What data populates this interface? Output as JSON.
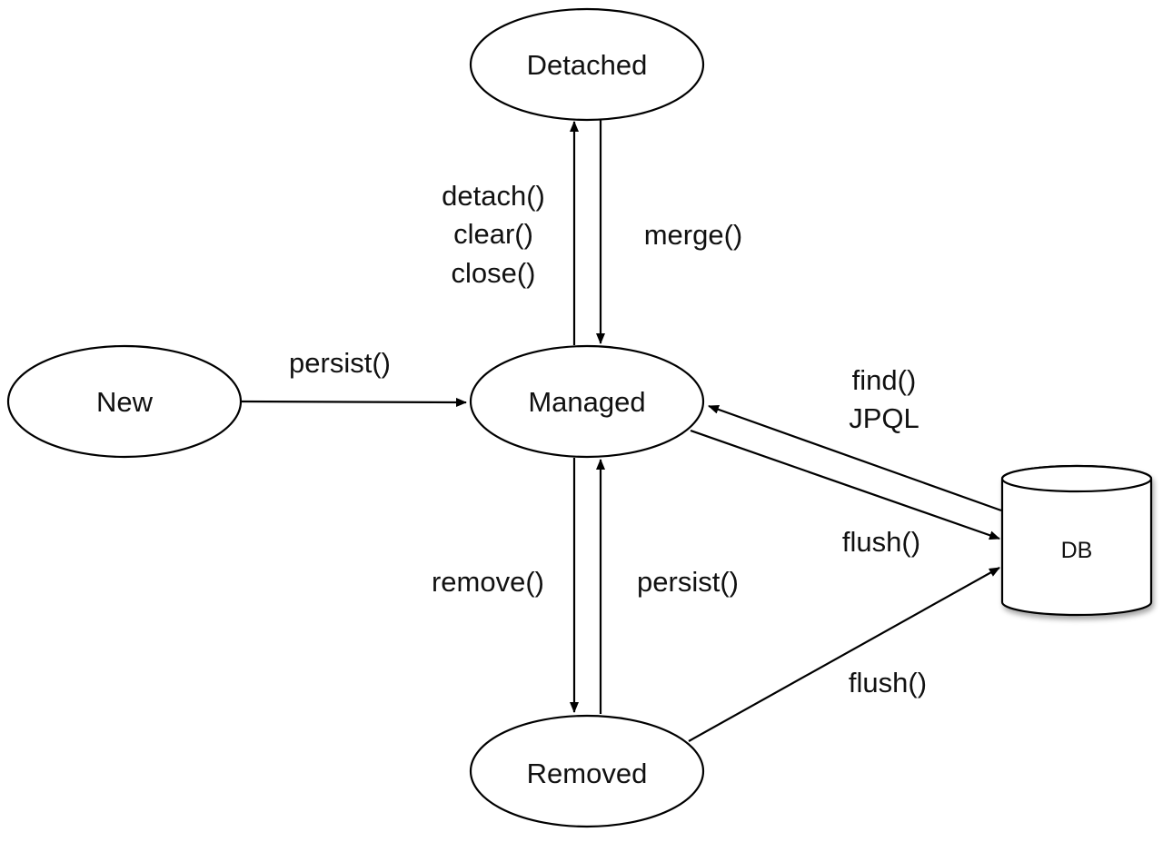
{
  "nodes": {
    "detached": "Detached",
    "new": "New",
    "managed": "Managed",
    "removed": "Removed",
    "db": "DB"
  },
  "edges": {
    "managed_to_detached": [
      "detach()",
      "clear()",
      "close()"
    ],
    "detached_to_managed": "merge()",
    "new_to_managed": "persist()",
    "db_to_managed": [
      "find()",
      "JPQL"
    ],
    "managed_to_db": "flush()",
    "managed_to_removed": "remove()",
    "removed_to_managed": "persist()",
    "removed_to_db": "flush()"
  },
  "colors": {
    "stroke": "#000000",
    "background": "#ffffff"
  }
}
